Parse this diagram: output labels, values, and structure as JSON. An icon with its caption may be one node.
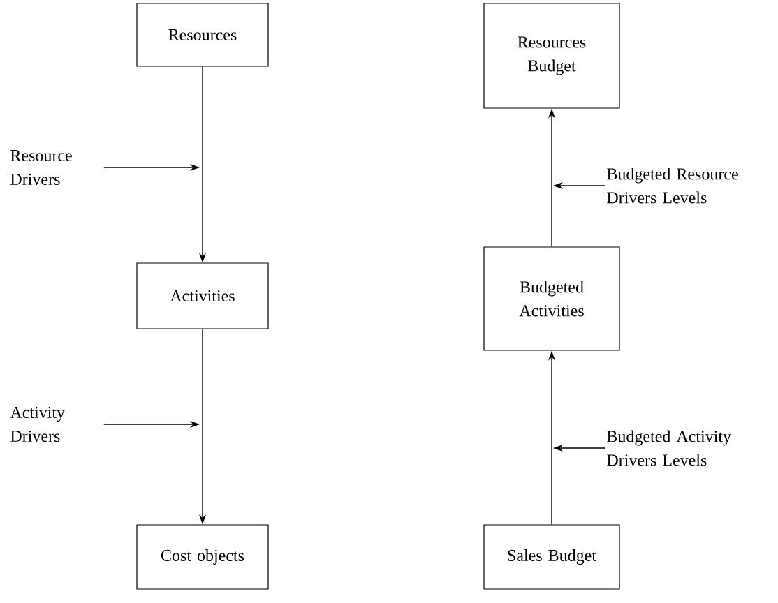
{
  "diagram": {
    "nodes": [
      {
        "text": [
          "Resources"
        ]
      },
      {
        "text": [
          "Activities"
        ]
      },
      {
        "text": [
          "Cost objects"
        ]
      },
      {
        "text": [
          "Resource Drivers"
        ]
      },
      {
        "text": [
          "Activity Drivers"
        ]
      },
      {
        "text": [
          "Resources Budget"
        ]
      },
      {
        "text": [
          "Budgeted Activities"
        ]
      },
      {
        "text": [
          "Sales Budget"
        ]
      },
      {
        "text": [
          "Budgeted Resource Drivers Levels"
        ]
      },
      {
        "text": [
          "Budgeted Activity Drivers Levels"
        ]
      }
    ],
    "edges": [
      {
        "from": 0,
        "to": 1,
        "arrow": "to"
      },
      {
        "from": 1,
        "to": 2,
        "arrow": "to"
      },
      {
        "from": 3,
        "to": null,
        "arrow": "to"
      },
      {
        "from": 4,
        "to": null,
        "arrow": "to"
      },
      {
        "from": 7,
        "to": 6,
        "arrow": "to"
      },
      {
        "from": 6,
        "to": 5,
        "arrow": "to"
      },
      {
        "from": 8,
        "to": null,
        "arrow": "to"
      },
      {
        "from": 9,
        "to": null,
        "arrow": "to"
      }
    ]
  }
}
